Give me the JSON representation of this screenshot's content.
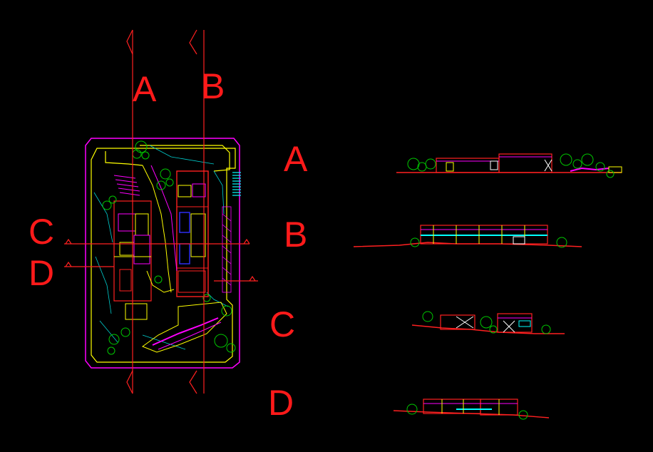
{
  "plan_labels": {
    "a": "A",
    "b": "B",
    "c": "C",
    "d": "D"
  },
  "section_labels": {
    "a": "A",
    "b": "B",
    "c": "C",
    "d": "D"
  },
  "colors": {
    "background": "#000000",
    "section_line": "#ff2020",
    "outline": "#ff00ff",
    "wall": "#ffff00",
    "tree": "#00c800",
    "water": "#00ffff",
    "blue": "#3030ff",
    "white": "#ffffff"
  }
}
